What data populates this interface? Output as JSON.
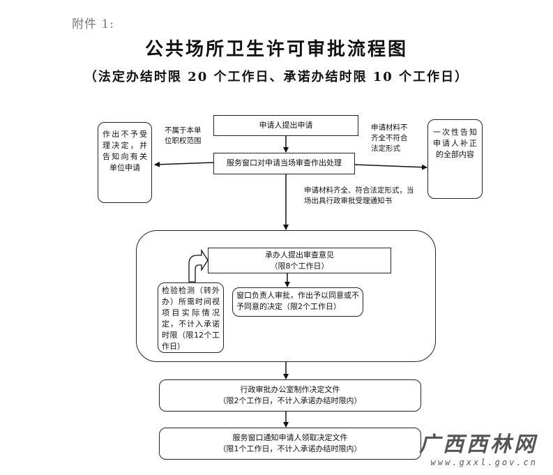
{
  "header": {
    "attachment_label": "附件 1:",
    "title": "公共场所卫生许可审批流程图",
    "subtitle": "（法定办结时限 20 个工作日、承诺办结时限 10 个工作日）"
  },
  "flow": {
    "apply": "申请人提出申请",
    "window_review": "服务窗口对申请当场审查作出处理",
    "reject_box": "作出不予受理决定，并告知向有关单位申请",
    "reject_note": "不属于本单位职权范围",
    "incomplete_note": "申请材料不齐全不符合法定形式",
    "correct_box": "一次性告知申请人补正的全部内容",
    "accept_note": "申请材料齐全、符合法定形式，当场出具行政审批受理通知书",
    "handler_line1": "承办人提出审查意见",
    "handler_line2": "（限8个工作日）",
    "window_head": "窗口负责人审批，作出予以同意或不予同意的决定（限2个工作日）",
    "inspection": "检验检测（转外办）所需时间视项目实际情况定，不计入承诺时限（限12个工作日）",
    "office_line1": "行政审批办公室制作决定文件",
    "office_line2": "（限2个工作日，不计入承诺办结时限内）",
    "notify_line1": "服务窗口通知申请人领取决定文件",
    "notify_line2": "（限1个工作日，不计入承诺办结时限内）"
  },
  "watermark": {
    "name": "广西西林网",
    "url": "www.gxxl.gov.cn"
  }
}
